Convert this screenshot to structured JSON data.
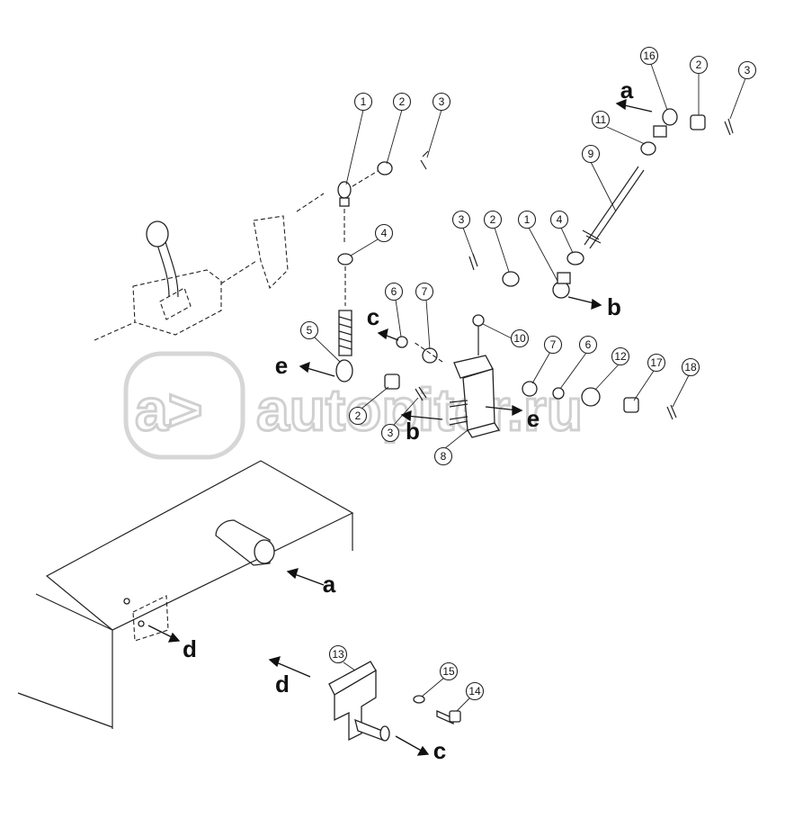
{
  "watermark": {
    "logo_text": "a>",
    "site": "autopiter.ru"
  },
  "callouts": [
    "1",
    "2",
    "3",
    "16",
    "2",
    "3",
    "11",
    "9",
    "3",
    "2",
    "1",
    "4",
    "4",
    "6",
    "7",
    "10",
    "7",
    "6",
    "12",
    "17",
    "18",
    "5",
    "2",
    "3",
    "8",
    "13",
    "15",
    "14"
  ],
  "direction_letters": [
    "a",
    "b",
    "c",
    "e",
    "b",
    "e",
    "a",
    "d",
    "d",
    "c"
  ]
}
